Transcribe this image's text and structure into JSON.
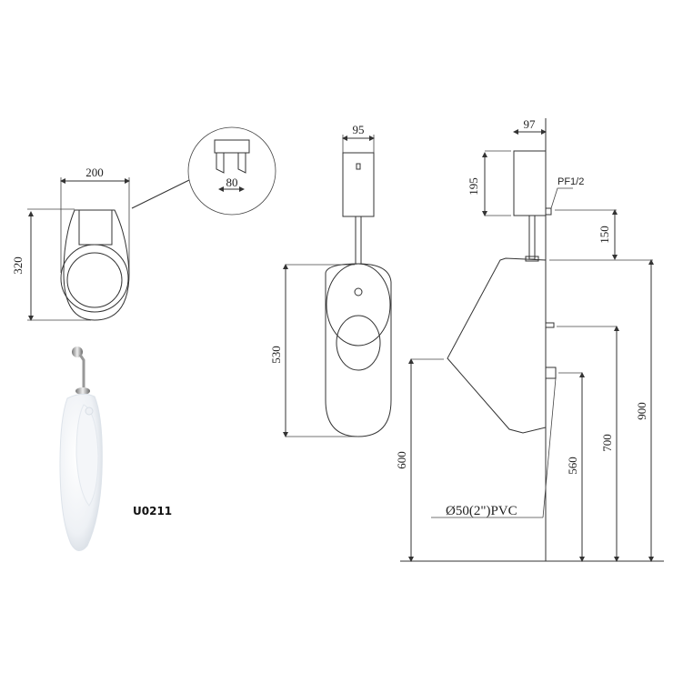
{
  "drawing": {
    "top_view": {
      "width_label": "200",
      "depth_label": "320",
      "detail_spacing_label": "80"
    },
    "front_view": {
      "flush_width_label": "95",
      "height_label": "530"
    },
    "side_view": {
      "flush_depth_label": "97",
      "flush_height_label": "195",
      "inlet_label": "PF1/2",
      "inlet_offset_label": "150",
      "rim_height_label": "600",
      "outlet_height_label": "560",
      "spud_height_label": "700",
      "top_height_label": "900",
      "drain_label": "Ø50(2\")PVC"
    },
    "product": {
      "model": "U0211"
    }
  }
}
